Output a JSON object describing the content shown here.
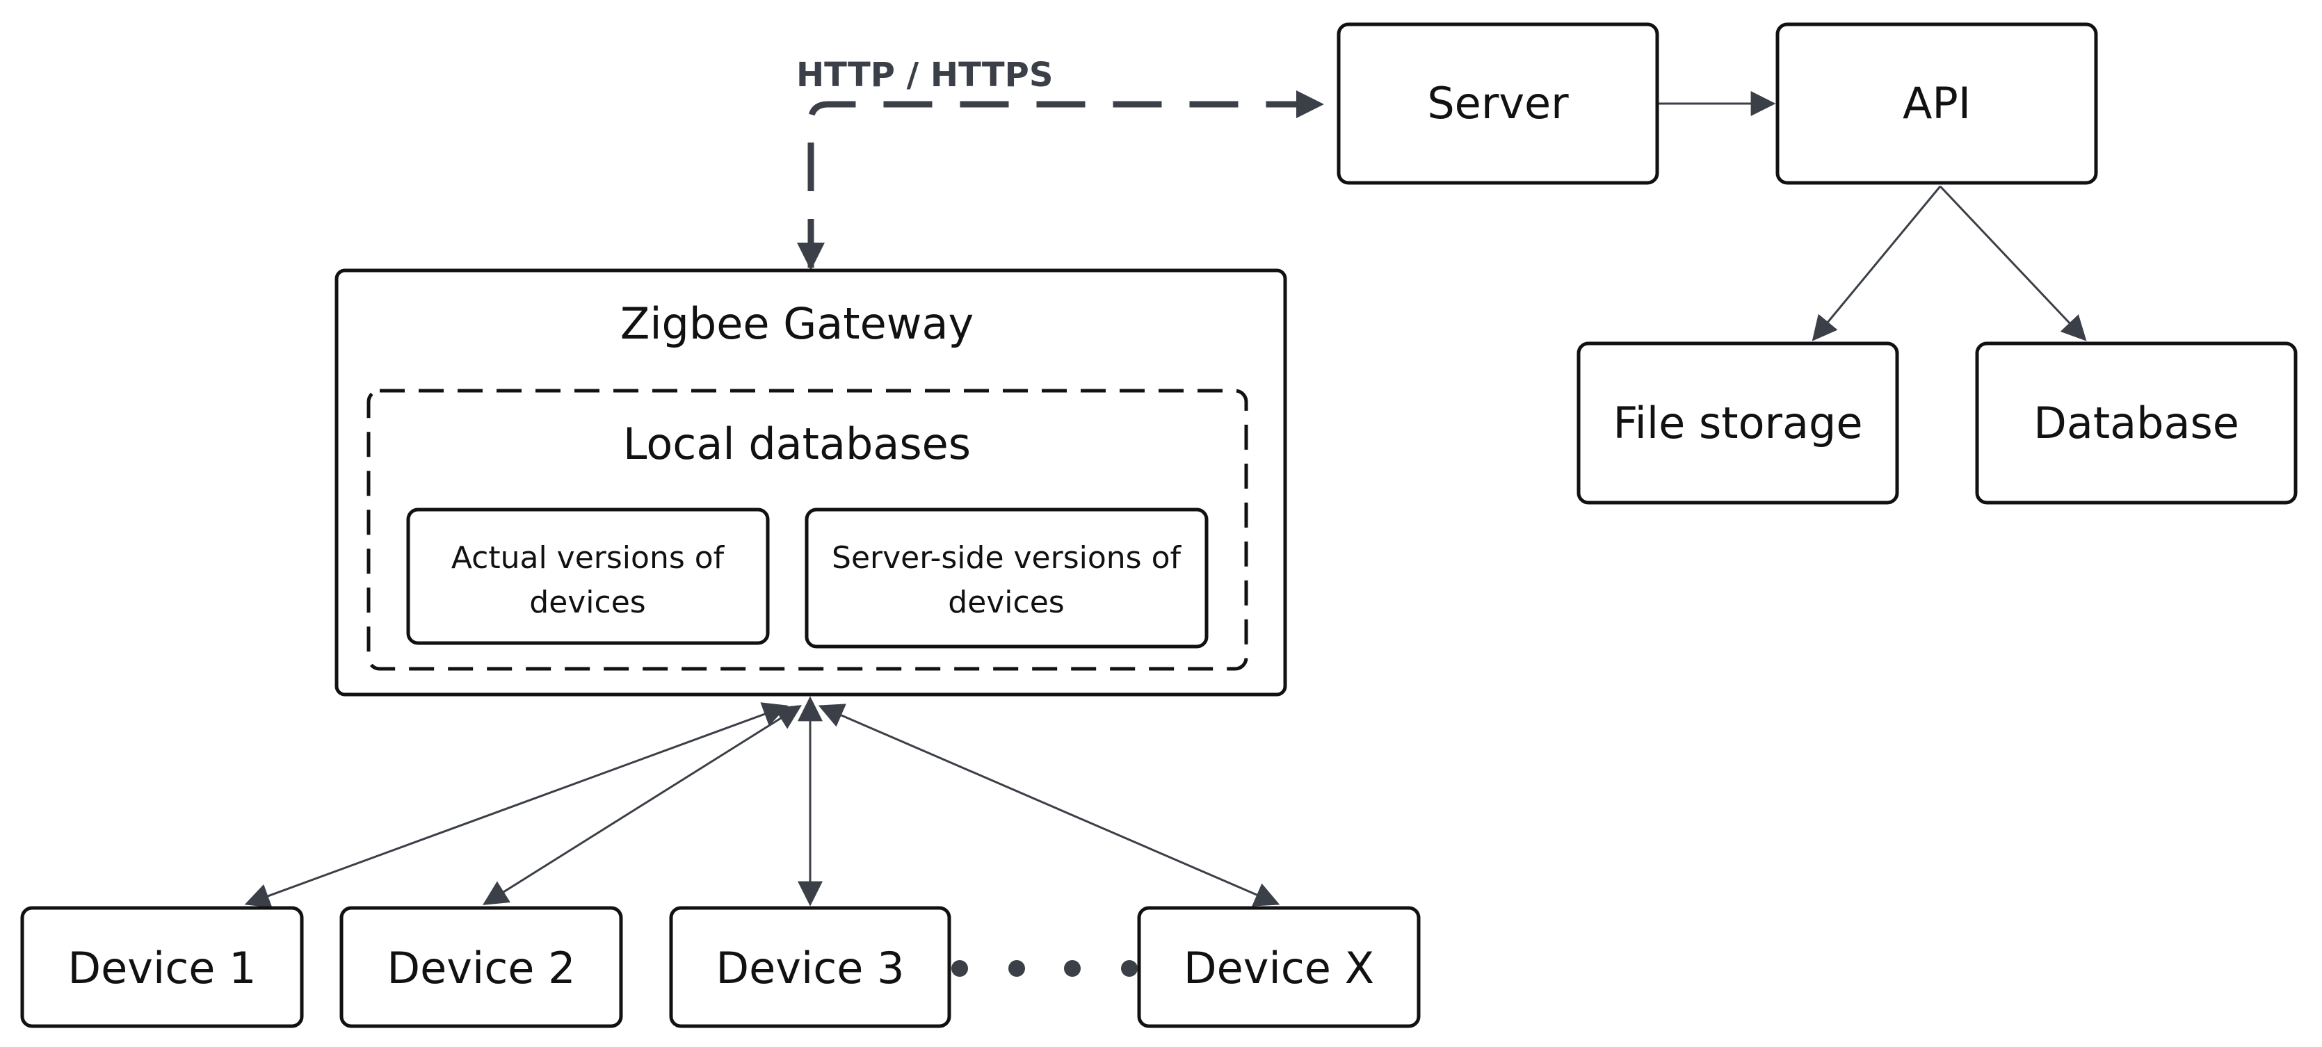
{
  "diagram": {
    "nodes": {
      "gateway": "Zigbee Gateway",
      "local_db": "Local databases",
      "actual_versions": [
        "Actual versions of",
        "devices"
      ],
      "server_side_versions": [
        "Server-side versions of",
        "devices"
      ],
      "server": "Server",
      "api": "API",
      "file_storage": "File storage",
      "database": "Database",
      "device1": "Device 1",
      "device2": "Device 2",
      "device3": "Device 3",
      "deviceX": "Device X"
    },
    "edges": {
      "http_label": "HTTP / HTTPS"
    },
    "colors": {
      "stroke": "#111111",
      "edge": "#3b3f47"
    }
  }
}
